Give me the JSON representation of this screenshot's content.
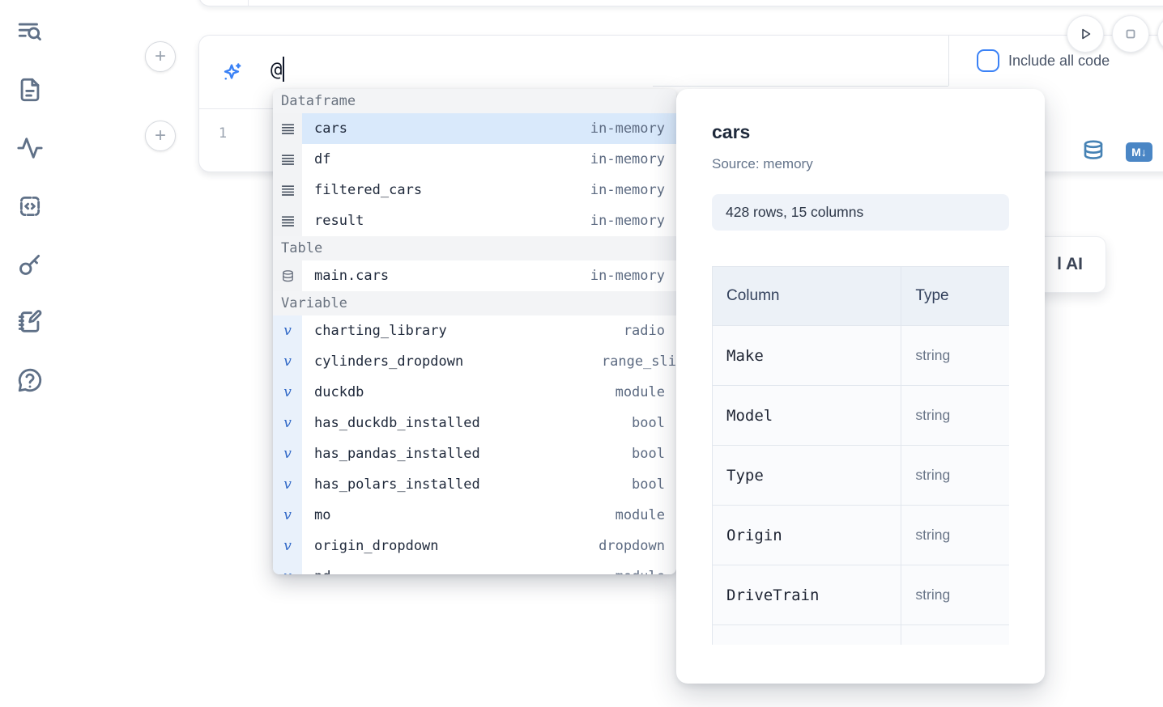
{
  "sidebar": {
    "icons": [
      "list-search-icon",
      "file-text-icon",
      "activity-icon",
      "code-snippet-icon",
      "key-icon",
      "notebook-pen-icon",
      "help-bubble-icon"
    ]
  },
  "ai_prompt": {
    "value": "@",
    "include_all_code_label": "Include all code"
  },
  "editor": {
    "line_number": "1"
  },
  "cell_icons": {
    "markdown_badge": "M↓"
  },
  "ai_card": {
    "label": "l AI"
  },
  "autocomplete": {
    "variable_icon_glyph": "v",
    "sections": [
      {
        "label": "Dataframe",
        "items": [
          {
            "name": "cars",
            "detail": "in-memory"
          },
          {
            "name": "df",
            "detail": "in-memory"
          },
          {
            "name": "filtered_cars",
            "detail": "in-memory"
          },
          {
            "name": "result",
            "detail": "in-memory"
          }
        ]
      },
      {
        "label": "Table",
        "items": [
          {
            "name": "main.cars",
            "detail": "in-memory"
          }
        ]
      },
      {
        "label": "Variable",
        "items": [
          {
            "name": "charting_library",
            "detail": "radio"
          },
          {
            "name": "cylinders_dropdown",
            "detail": "range_sli"
          },
          {
            "name": "duckdb",
            "detail": "module"
          },
          {
            "name": "has_duckdb_installed",
            "detail": "bool"
          },
          {
            "name": "has_pandas_installed",
            "detail": "bool"
          },
          {
            "name": "has_polars_installed",
            "detail": "bool"
          },
          {
            "name": "mo",
            "detail": "module"
          },
          {
            "name": "origin_dropdown",
            "detail": "dropdown"
          },
          {
            "name": "pd",
            "detail": "module"
          }
        ]
      }
    ]
  },
  "preview": {
    "title": "cars",
    "source": "Source: memory",
    "shape": "428 rows, 15 columns",
    "table": {
      "headers": [
        "Column",
        "Type"
      ],
      "rows": [
        [
          "Make",
          "string"
        ],
        [
          "Model",
          "string"
        ],
        [
          "Type",
          "string"
        ],
        [
          "Origin",
          "string"
        ],
        [
          "DriveTrain",
          "string"
        ],
        [
          "",
          ""
        ]
      ]
    }
  },
  "colors": {
    "accent_blue": "#3b82f6",
    "icon_slate": "#5f7087",
    "selection_blue": "#d9e9fb",
    "steel_blue": "#4a86c5"
  }
}
